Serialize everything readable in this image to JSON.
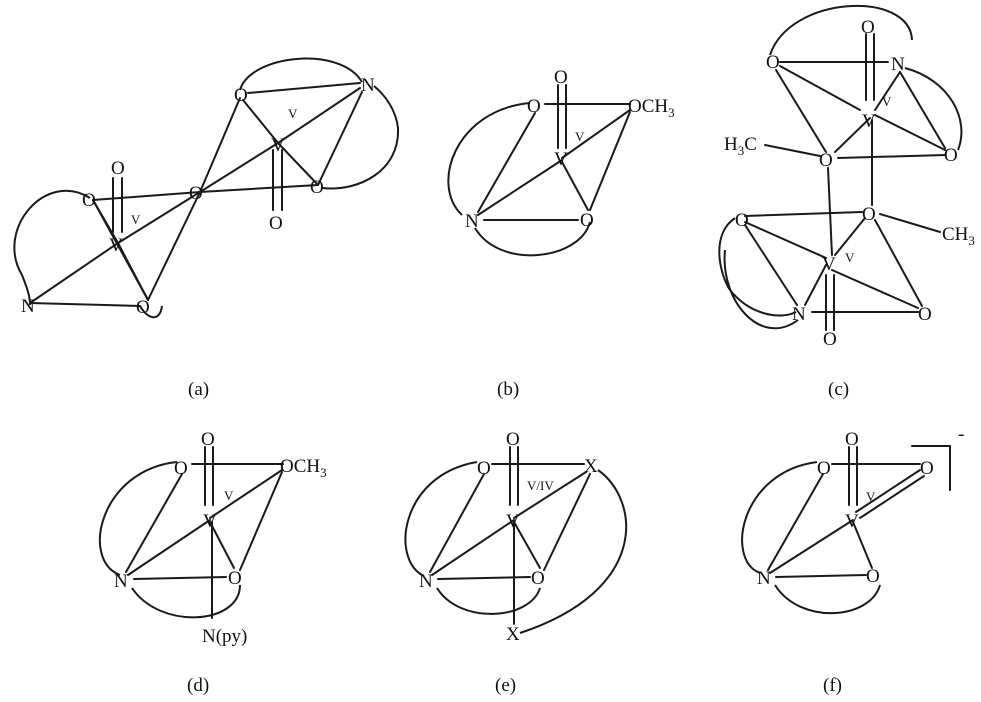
{
  "atoms": {
    "O": "O",
    "N": "N",
    "V": "V",
    "X": "X",
    "OCH": "OCH",
    "three": "3",
    "H": "H",
    "C": "C",
    "CH": "CH",
    "Npy": "N(py)"
  },
  "oxidation": {
    "five": "V",
    "five_four": "V/IV"
  },
  "charge": "-",
  "panels": [
    {
      "caption": "(a)"
    },
    {
      "caption": "(b)"
    },
    {
      "caption": "(c)"
    },
    {
      "caption": "(d)"
    },
    {
      "caption": "(e)"
    },
    {
      "caption": "(f)"
    }
  ]
}
